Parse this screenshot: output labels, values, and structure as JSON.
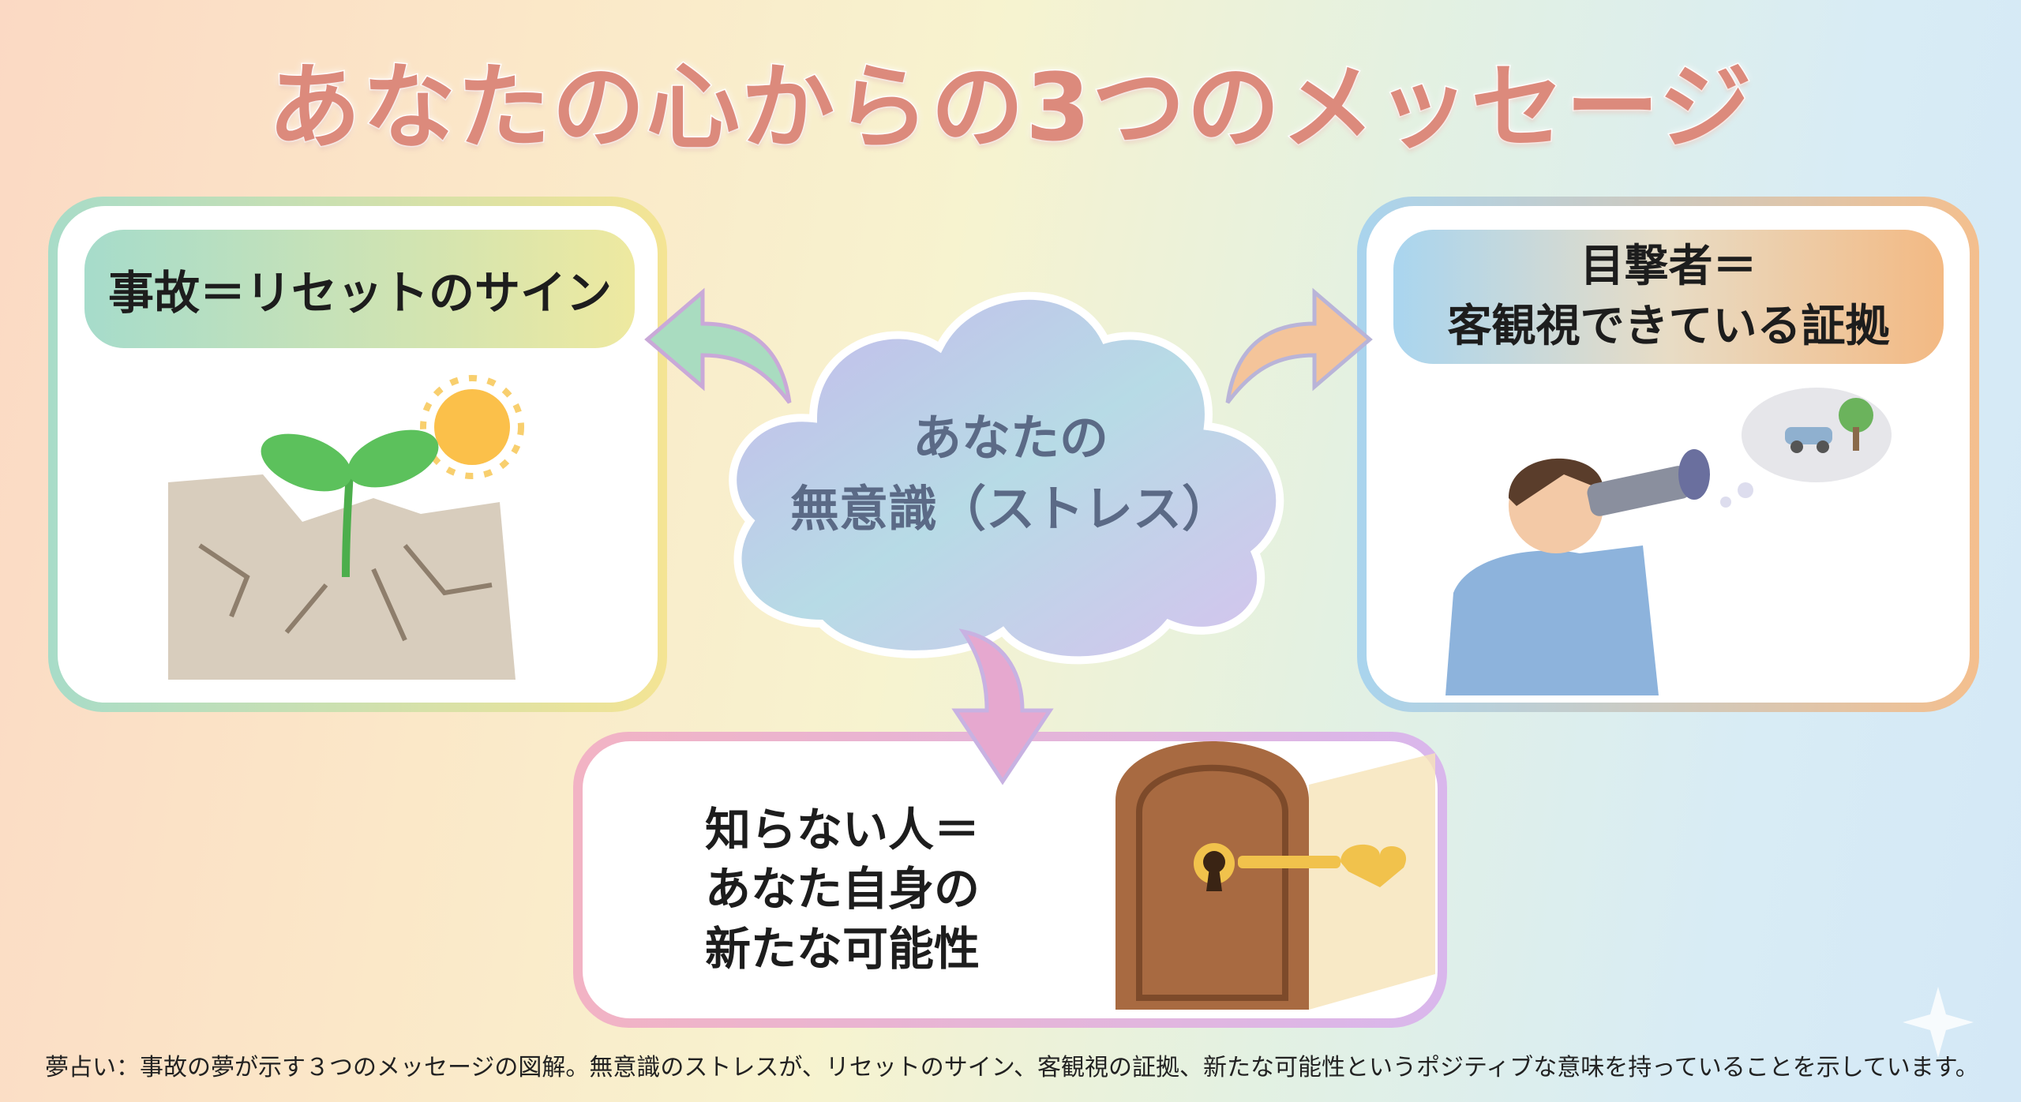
{
  "title": "あなたの心からの3つのメッセージ",
  "center": {
    "line1": "あなたの",
    "line2": "無意識（ストレス）"
  },
  "cards": {
    "reset": {
      "title": "事故＝リセットのサイン"
    },
    "witness": {
      "line1": "目撃者＝",
      "line2": "客観視できている証拠"
    },
    "stranger": {
      "line1": "知らない人＝",
      "line2": "あなた自身の",
      "line3": "新たな可能性"
    }
  },
  "caption": "夢占い：事故の夢が示す３つのメッセージの図解。無意識のストレスが、リセットのサイン、客観視の証拠、新たな可能性というポジティブな意味を持っていることを示しています。",
  "colors": {
    "title": "#dc8a7c",
    "center_text": "#5b6a86"
  }
}
